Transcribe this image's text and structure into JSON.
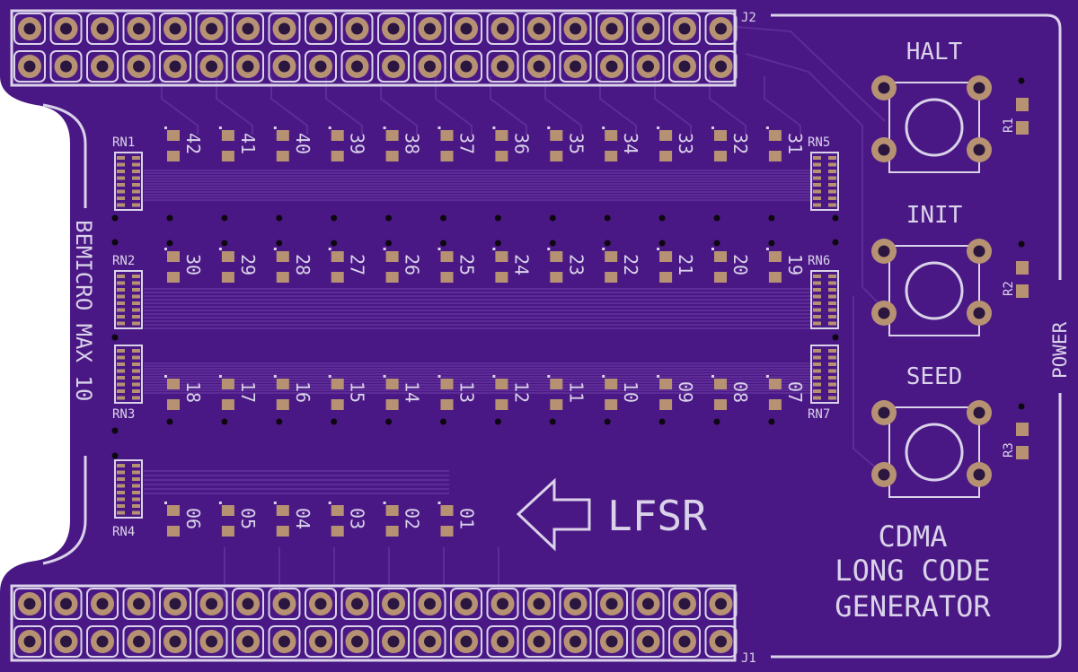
{
  "board": {
    "colors": {
      "substrate": "#4a1885",
      "trace": "#5d2c96",
      "silk": "#d9d2e9",
      "pad": "#b69273",
      "pad_dark": "#7e6553",
      "via": "#0d0810",
      "hole": "#2b163f"
    },
    "connectors": {
      "top": "J2",
      "bottom": "J1"
    },
    "left_label": "BEMICRO MAX 10",
    "right_label": "POWER",
    "buttons": [
      {
        "label": "HALT",
        "resistor": "R1"
      },
      {
        "label": "INIT",
        "resistor": "R2"
      },
      {
        "label": "SEED",
        "resistor": "R3"
      }
    ],
    "resistor_networks": [
      "RN1",
      "RN2",
      "RN3",
      "RN4",
      "RN5",
      "RN6",
      "RN7"
    ],
    "led_rows": [
      [
        "42",
        "41",
        "40",
        "39",
        "38",
        "37",
        "36",
        "35",
        "34",
        "33",
        "32",
        "31"
      ],
      [
        "30",
        "29",
        "28",
        "27",
        "26",
        "25",
        "24",
        "23",
        "22",
        "21",
        "20",
        "19"
      ],
      [
        "18",
        "17",
        "16",
        "15",
        "14",
        "13",
        "12",
        "11",
        "10",
        "09",
        "08",
        "07"
      ],
      [
        "06",
        "05",
        "04",
        "03",
        "02",
        "01"
      ]
    ],
    "arrow_label": "LFSR",
    "title_lines": [
      "CDMA",
      "LONG CODE",
      "GENERATOR"
    ]
  }
}
